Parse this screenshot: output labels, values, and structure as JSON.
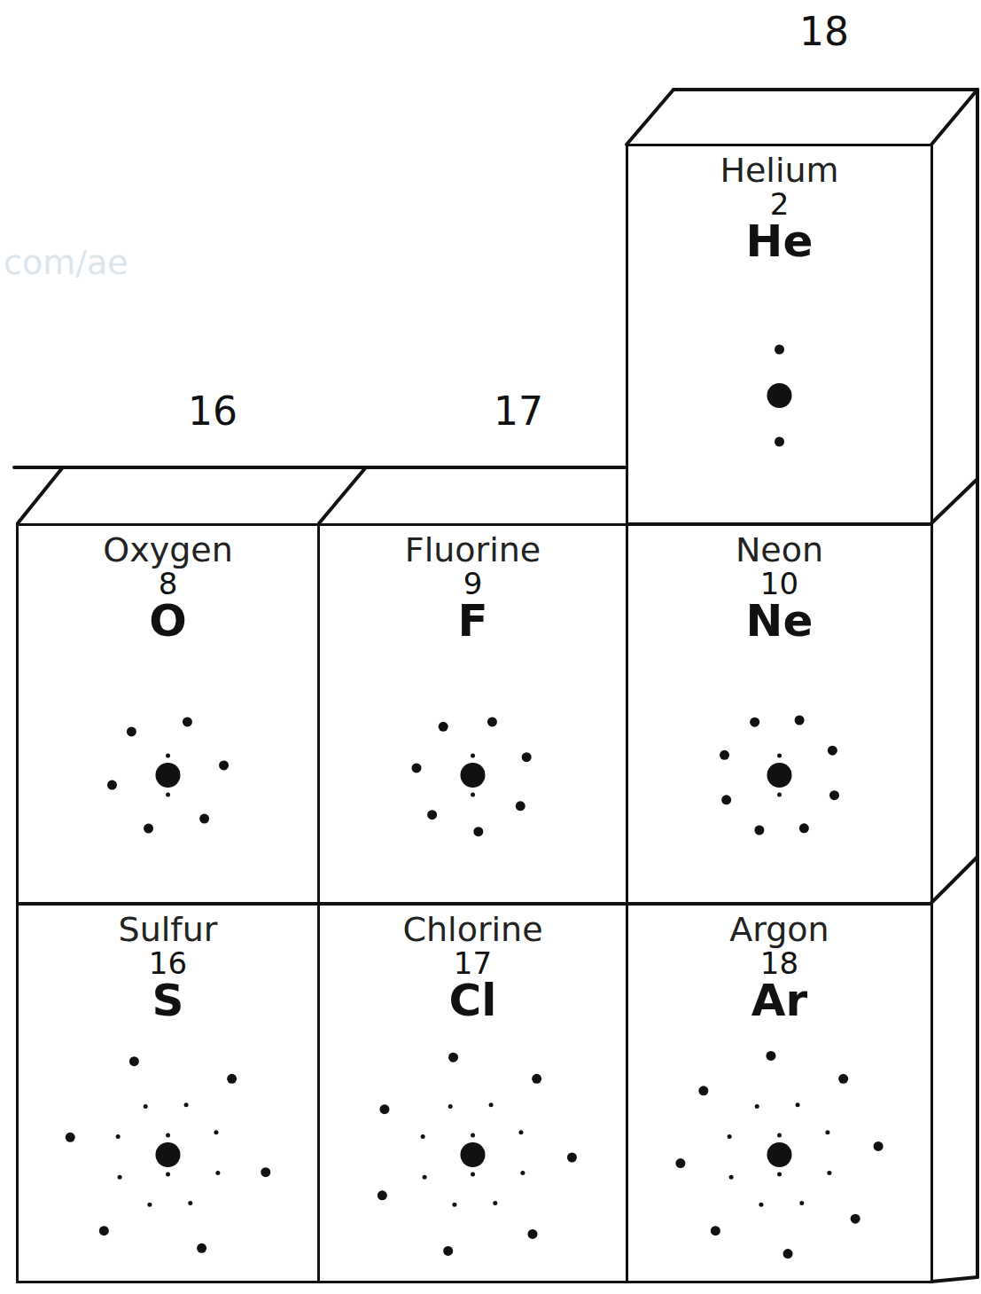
{
  "diagram": {
    "nodes": [
      {
        "text": [
          "Helium",
          "2",
          "He"
        ]
      },
      {
        "text": [
          "Oxygen",
          "8",
          "O"
        ]
      },
      {
        "text": [
          "Fluorine",
          "9",
          "F"
        ]
      },
      {
        "text": [
          "Neon",
          "10",
          "Ne"
        ]
      },
      {
        "text": [
          "Sulfur",
          "16",
          "S"
        ]
      },
      {
        "text": [
          "Chlorine",
          "17",
          "Cl"
        ]
      },
      {
        "text": [
          "Argon",
          "18",
          "Ar"
        ]
      }
    ],
    "labels": [
      "18",
      "com/ae",
      "16",
      "17"
    ]
  }
}
